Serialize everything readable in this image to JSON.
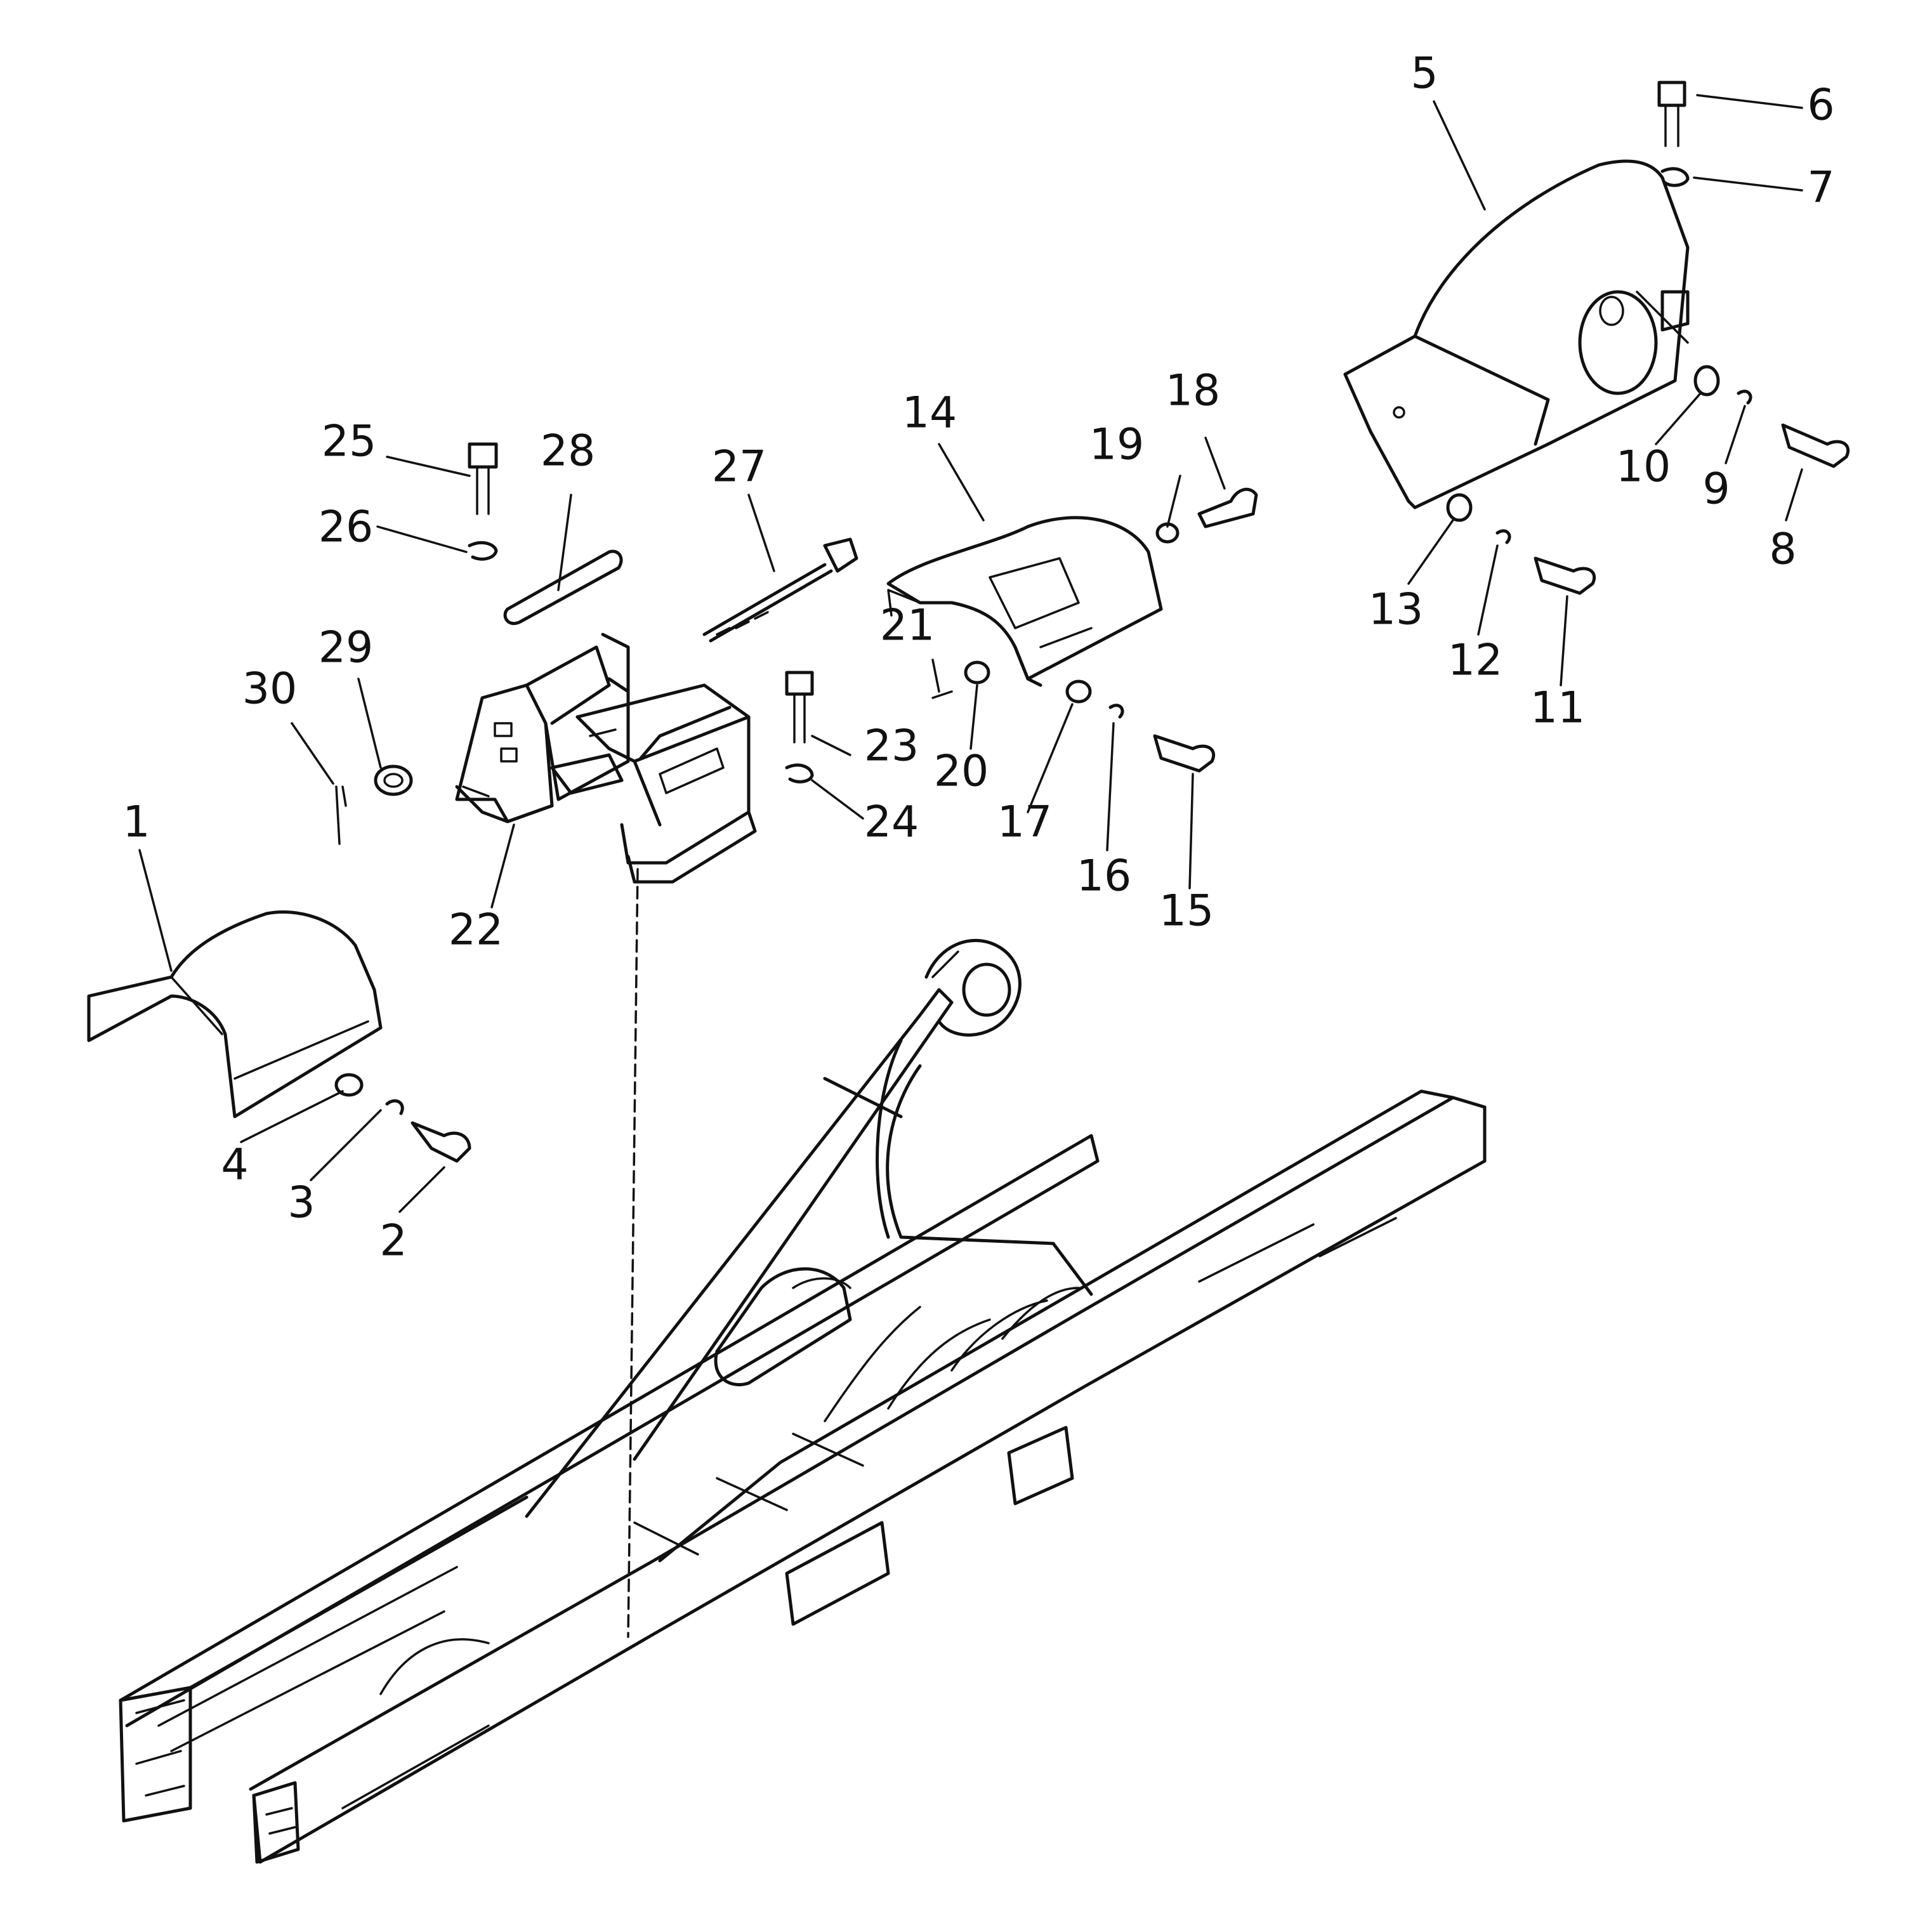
{
  "labels": {
    "p1": "1",
    "p2": "2",
    "p3": "3",
    "p4": "4",
    "p5": "5",
    "p6": "6",
    "p7": "7",
    "p8": "8",
    "p9": "9",
    "p10": "10",
    "p11": "11",
    "p12": "12",
    "p13": "13",
    "p14": "14",
    "p15": "15",
    "p16": "16",
    "p17": "17",
    "p18": "18",
    "p19": "19",
    "p20": "20",
    "p21": "21",
    "p22": "22",
    "p23": "23",
    "p24": "24",
    "p25": "25",
    "p26": "26",
    "p27": "27",
    "p28": "28",
    "p29": "29",
    "p30": "30"
  },
  "colors": {
    "ink": "#111111",
    "paper": "#ffffff"
  }
}
